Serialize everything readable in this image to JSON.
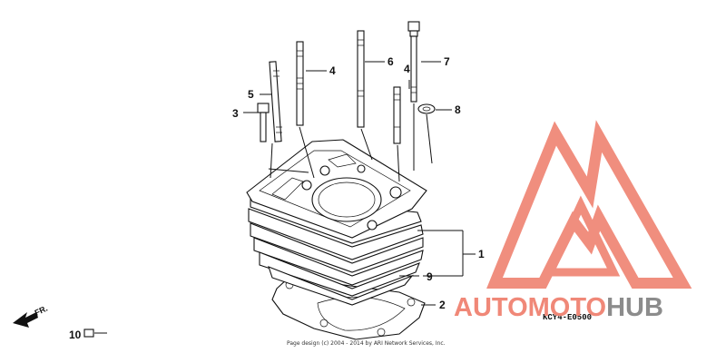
{
  "callouts": {
    "c1": "1",
    "c2": "2",
    "c3": "3",
    "c4a": "4",
    "c4b": "4",
    "c5": "5",
    "c6": "6",
    "c7": "7",
    "c8": "8",
    "c9": "9",
    "c10": "10"
  },
  "front_label": "FR.",
  "diagram_code": "KCY4-E0500",
  "copyright": "Page design (c) 2004 - 2014 by ARI Network Services, Inc.",
  "watermark": {
    "brand_part1": "AUTOMOTO",
    "brand_part2": "HUB",
    "color_accent": "#f08878",
    "color_gray": "#8c8c8c"
  }
}
